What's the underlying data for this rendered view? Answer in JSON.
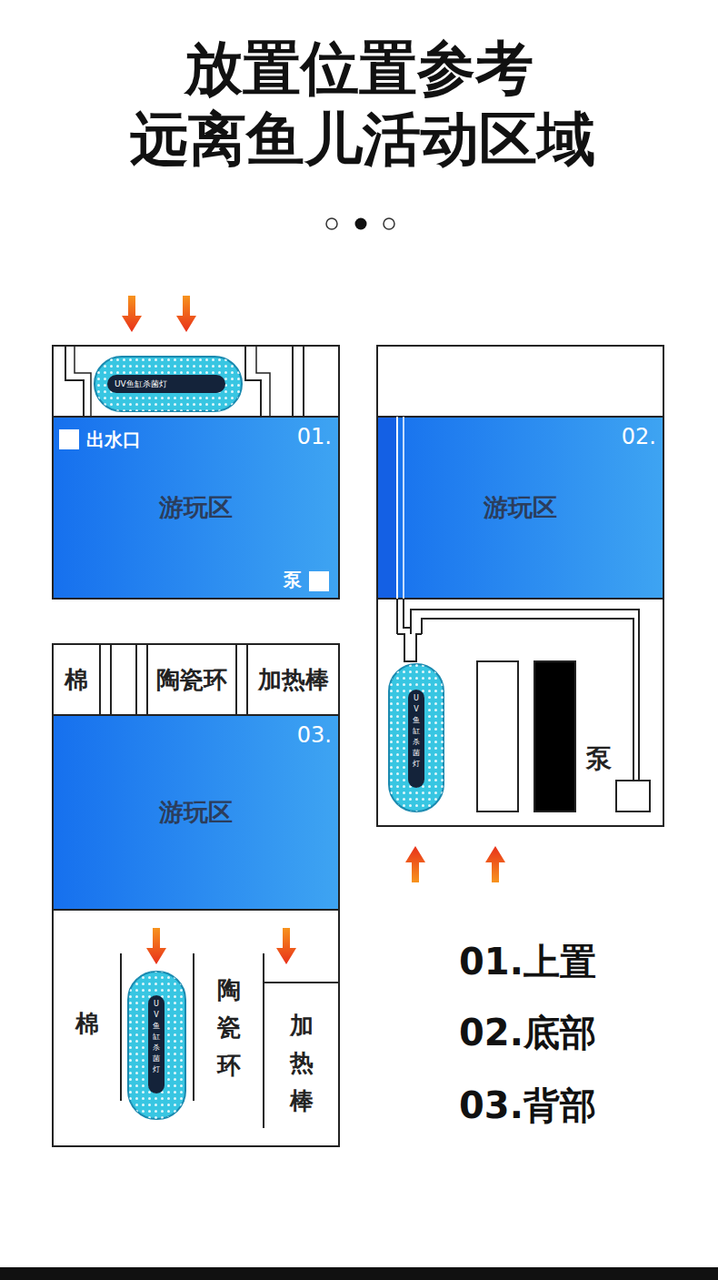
{
  "diagram": {
    "title": "放置位置参考",
    "nodes": [
      {
        "text": [
          "01.",
          "游玩区"
        ]
      },
      {
        "text": [
          "02.",
          "游玩区"
        ]
      },
      {
        "text": [
          "棉"
        ]
      },
      {
        "text": [
          "陶瓷环"
        ]
      },
      {
        "text": [
          "加热棒"
        ]
      },
      {
        "text": [
          "03.",
          "游玩区"
        ]
      },
      {
        "text": [
          "棉"
        ]
      },
      {
        "text": [
          "陶瓷环"
        ]
      },
      {
        "text": [
          "加热棒"
        ]
      }
    ],
    "labels": [
      "远离鱼儿活动区域",
      "出水口",
      "泵",
      "泵",
      "UV鱼缸杀菌灯",
      "UV鱼缸杀菌灯",
      "UV鱼缸杀菌灯",
      "01.上置",
      "02.底部",
      "03.背部"
    ]
  }
}
